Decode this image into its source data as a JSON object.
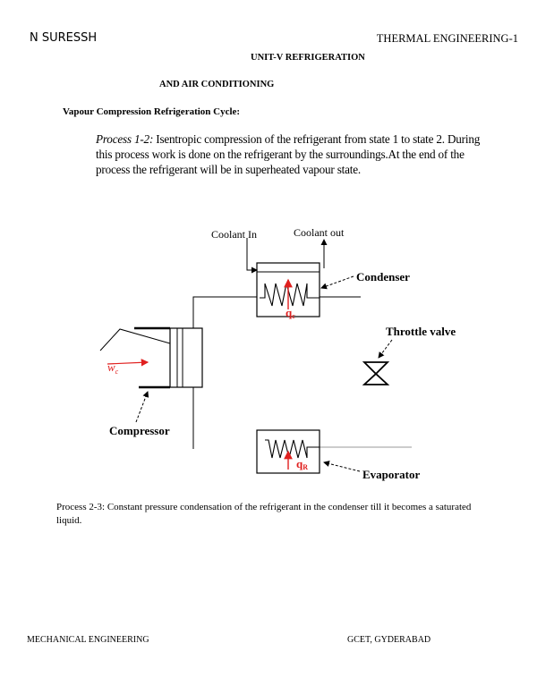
{
  "header": {
    "left": "N SURESSH",
    "right": "THERMAL ENGINEERING-1"
  },
  "unit_title": "UNIT-V REFRIGERATION",
  "unit_subtitle": "AND AIR CONDITIONING",
  "section_heading": "Vapour Compression Refrigeration Cycle:",
  "process12": {
    "label": "Process 1-2:",
    "text": "Isentropic compression of the refrigerant from state 1 to state 2. During this process work is done on the refrigerant by the surroundings.At the end of the process the refrigerant will be in superheated vapour state."
  },
  "diagram": {
    "coolant_in": "Coolant In",
    "coolant_out": "Coolant out",
    "condenser": "Condenser",
    "throttle_valve": "Throttle valve",
    "compressor": "Compressor",
    "evaporator": "Evaporator",
    "work_symbol": "w",
    "work_subscript": "c",
    "heat_symbol": "q",
    "condenser_heat_subscript": "c",
    "evaporator_heat_subscript": "R",
    "accent_color": "#e0201f"
  },
  "process23": "Process 2-3: Constant pressure condensation of the refrigerant in the condenser till it becomes a saturated liquid.",
  "footer": {
    "left": "MECHANICAL ENGINEERING",
    "right": "GCET, GYDERABAD"
  }
}
